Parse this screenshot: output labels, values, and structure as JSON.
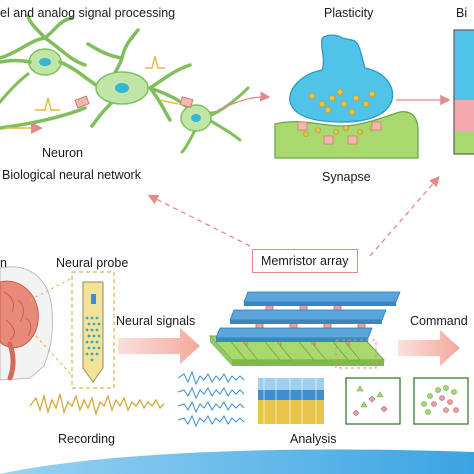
{
  "labels": {
    "analog_processing": "el and analog signal processing",
    "plasticity": "Plasticity",
    "bio_top_right": "Bi",
    "neuron": "Neuron",
    "bio_network": "Biological neural network",
    "synapse": "Synapse",
    "memristor_array": "Memristor array",
    "brain_partial": "n",
    "neural_probe": "Neural probe",
    "neural_signals": "Neural signals",
    "command": "Command",
    "recording": "Recording",
    "analysis": "Analysis"
  },
  "colors": {
    "neuron_body": "#bfe6a6",
    "neuron_stroke": "#7fbf5a",
    "nucleus": "#35b6d6",
    "synapse_blue": "#4fc3e8",
    "synapse_green": "#a9d86e",
    "vesicle": "#e8c14a",
    "receptor": "#f2b7b0",
    "dashed_arrow": "#e58a8a",
    "array_bar": "#5aa6dc",
    "array_bottom": "#8fc86a",
    "array_pillar": "#e8a0a0",
    "brain": "#e88a7a",
    "probe_yellow": "#f3e29a",
    "signal_blue": "#3a8ed8",
    "recording_wave": "#d4a83a",
    "bottom_arc": "#4fb0e6"
  }
}
